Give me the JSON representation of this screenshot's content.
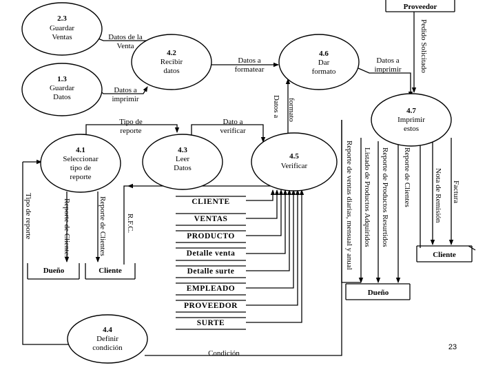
{
  "processes": {
    "p23": {
      "number": "2.3",
      "name_1": "Guardar",
      "name_2": "Ventas"
    },
    "p13": {
      "number": "1.3",
      "name_1": "Guardar",
      "name_2": "Datos"
    },
    "p42": {
      "number": "4.2",
      "name_1": "Recibir",
      "name_2": "datos"
    },
    "p46": {
      "number": "4.6",
      "name_1": "Dar",
      "name_2": "formato"
    },
    "p47": {
      "number": "4.7",
      "name_1": "Imprimir",
      "name_2": "estos"
    },
    "p41": {
      "number": "4.1",
      "name_1": "Seleccionar",
      "name_2": "tipo de",
      "name_3": "reporte"
    },
    "p43": {
      "number": "4.3",
      "name_1": "Leer",
      "name_2": "Datos"
    },
    "p45": {
      "number": "4.5",
      "name_1": "Verificar"
    },
    "p44": {
      "number": "4.4",
      "name_1": "Definir",
      "name_2": "condición"
    }
  },
  "entities": {
    "proveedor": "Proveedor",
    "cliente_right": "Cliente",
    "dueno_bottom": "Dueño",
    "dueno_left": "Dueño",
    "cliente_left": "Cliente"
  },
  "data_stores": [
    "CLIENTE",
    "VENTAS",
    "PRODUCTO",
    "Detalle venta",
    "Detalle surte",
    "EMPLEADO",
    "PROVEEDOR",
    "SURTE"
  ],
  "flows": {
    "datos_venta_1": "Datos de la",
    "datos_venta_2": "Venta",
    "datos_imprimir_1": "Datos a",
    "datos_imprimir_2": "imprimir",
    "datos_formatear_1": "Datos a",
    "datos_formatear_2": "formatear",
    "datos_imprimir_b_1": "Datos a",
    "datos_imprimir_b_2": "imprimir",
    "tipo_reporte_1": "Tipo de",
    "tipo_reporte_2": "reporte",
    "dato_verificar_1": "Dato a",
    "dato_verificar_2": "verificar",
    "datos_formato_v_1": "Datos a",
    "datos_formato_v_2": "formato",
    "pedido_solicitado": "Pedido Solicitado",
    "reporte_ventas": "Reporte de ventas diarias, mensual y anual",
    "listado_productos": "Listado de Productos Adquiridos",
    "reporte_productos": "Reporte de Productos Resurtidos",
    "reporte_clientes_r": "Reporte de Clientes",
    "nota_remision": "Nota de Remisión",
    "factura": "Factura",
    "tipo_reporte_v": "Tipo de reporte",
    "reporte_clientes_1": "Reporte de Clientes",
    "reporte_clientes_2": "Reporte de Clientes",
    "rfc": "R.F.C.",
    "condicion": "Condición"
  },
  "page_number": "23"
}
